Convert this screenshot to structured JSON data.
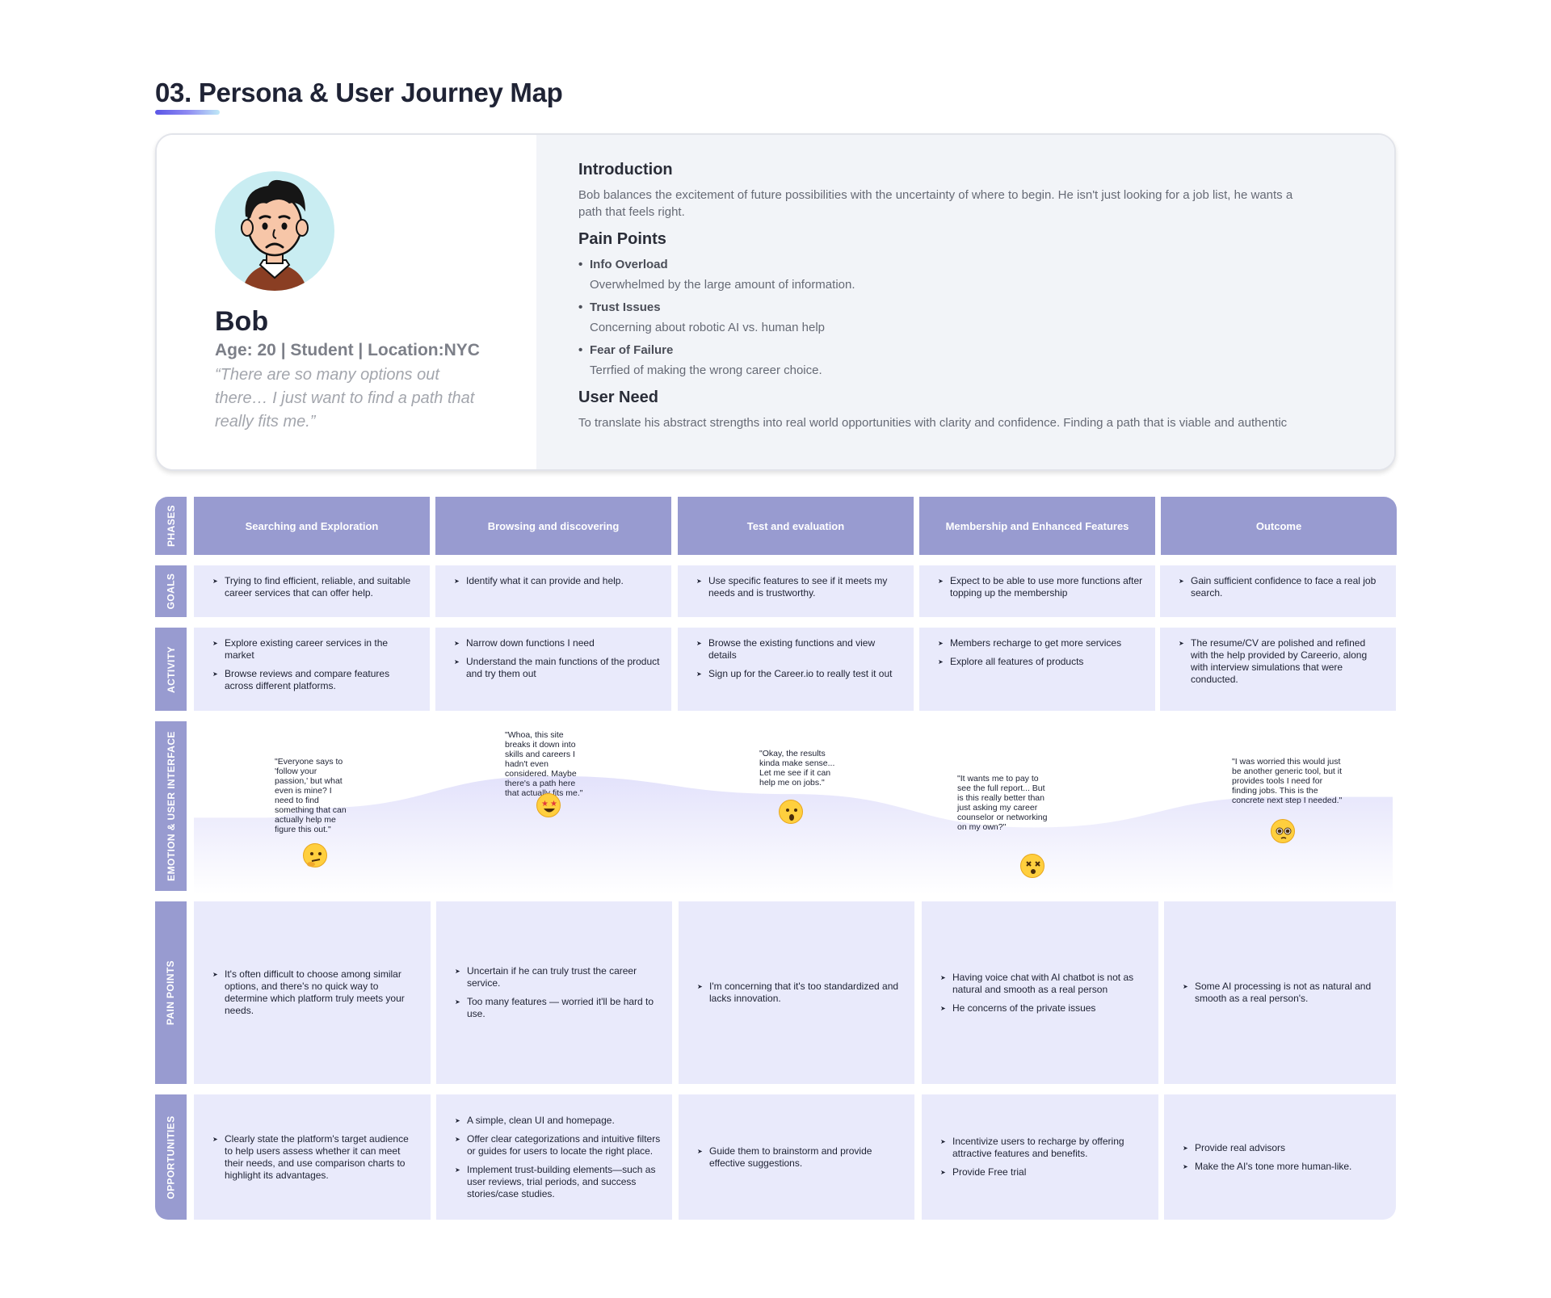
{
  "page": {
    "title": "03. Persona & User Journey Map"
  },
  "persona": {
    "name": "Bob",
    "meta": "Age: 20 | Student | Location:NYC",
    "quote": "“There are so many options out there… I just want to find a path that really fits me.”",
    "intro_title": "Introduction",
    "intro_text": "Bob balances the excitement of future possibilities with the uncertainty of where to begin. He isn't just looking for a job list, he wants a path that feels right.",
    "pain_title": "Pain Points",
    "pain_points": [
      {
        "title": "Info Overload",
        "desc": "Overwhelmed by the large amount of information."
      },
      {
        "title": "Trust Issues",
        "desc": "Concerning about robotic AI vs. human help"
      },
      {
        "title": "Fear of Failure",
        "desc": "Terrfied of making the wrong career choice."
      }
    ],
    "need_title": "User Need",
    "need_text": "To translate his abstract strengths into real world opportunities with clarity and confidence. Finding a path that is viable and authentic"
  },
  "journey": {
    "row_labels": [
      "PHASES",
      "GOALS",
      "ACTIVITY",
      "EMOTION & USER INTERFACE",
      "PAIN POINTS",
      "OPPORTUNITIES"
    ],
    "phases": [
      "Searching and Exploration",
      "Browsing and discovering",
      "Test and evaluation",
      "Membership and Enhanced Features",
      "Outcome"
    ],
    "goals": [
      [
        "Trying to find efficient, reliable, and suitable career services that can offer help."
      ],
      [
        "Identify what it can provide and help."
      ],
      [
        "Use specific features to see if it meets my needs and is trustworthy."
      ],
      [
        "Expect to be able to use more functions after topping up the membership"
      ],
      [
        "Gain sufficient confidence to face a real job search."
      ]
    ],
    "activity": [
      [
        "Explore existing career services in the market",
        "Browse reviews and compare features across different platforms."
      ],
      [
        "Narrow down functions I need",
        "Understand the main functions of the product and try them out"
      ],
      [
        "Browse the existing functions and view details",
        "Sign up for the Career.io to really test it out"
      ],
      [
        "Members recharge to get more services",
        "Explore all features of products"
      ],
      [
        "The resume/CV are polished and refined with the help provided by Careerio, along with interview simulations that were conducted."
      ]
    ],
    "emotions": [
      {
        "quote": "\"Everyone says to 'follow your passion,' but what even is mine? I need to find something that can actually help me figure this out.\"",
        "emoji": "thinking-face",
        "level": 0.62
      },
      {
        "quote": "\"Whoa, this site breaks it down into skills and careers I hadn't even considered. Maybe there's a path here that actually fits me.\"",
        "emoji": "star-struck-face",
        "level": 0.85
      },
      {
        "quote": "\"Okay, the results kinda make sense... Let me see if it can help me on jobs.\"",
        "emoji": "surprised-face",
        "level": 0.72
      },
      {
        "quote": "\"It wants me to pay to see the full report... But is this really better than just asking my career counselor or networking on my own?\"",
        "emoji": "dizzy-face",
        "level": 0.48
      },
      {
        "quote": "\"I was worried this would just be another generic tool, but it provides tools I need for finding jobs. This is the concrete next step I needed.\"",
        "emoji": "pleading-face",
        "level": 0.7
      }
    ],
    "pain_points": [
      [
        "It's often difficult to choose among similar options, and there's no quick way to determine which platform truly meets your needs."
      ],
      [
        "Uncertain if he can truly trust the career service.",
        "Too many features — worried it'll be hard to use."
      ],
      [
        "I'm concerning that it's too standardized and lacks innovation."
      ],
      [
        "Having  voice chat with AI chatbot  is not as natural and smooth as a real person",
        "He concerns of the private issues"
      ],
      [
        "Some AI processing is not as natural and smooth as a real person's."
      ]
    ],
    "opportunities": [
      [
        "Clearly state the platform's target audience to help users assess whether it can meet their needs, and use comparison charts to highlight its advantages."
      ],
      [
        "A simple, clean UI and homepage.",
        "Offer clear categorizations and intuitive filters or guides for users to locate the right place.",
        "Implement trust-building elements—such as user reviews, trial periods, and success stories/case studies."
      ],
      [
        "Guide them to brainstorm and provide effective suggestions."
      ],
      [
        "Incentivize users to recharge by offering attractive features and benefits.",
        "Provide Free trial"
      ],
      [
        "Provide real advisors",
        "Make the AI's tone more human-like."
      ]
    ]
  },
  "colors": {
    "accent": "#989bd0",
    "cell": "#e9eafb",
    "title": "#1f2335"
  }
}
